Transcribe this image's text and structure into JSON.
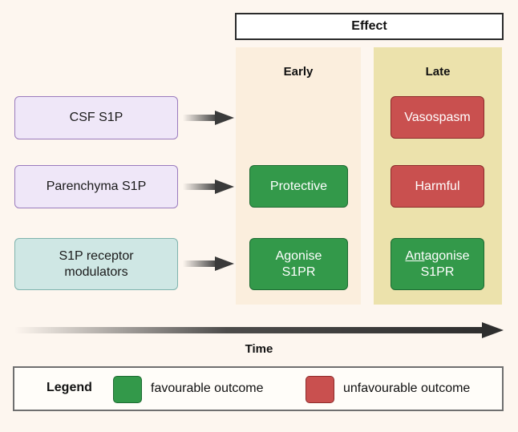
{
  "header": {
    "effect_label": "Effect",
    "columns": [
      {
        "key": "early",
        "label": "Early",
        "band_color": "#fbeedd"
      },
      {
        "key": "late",
        "label": "Late",
        "band_color": "#ece2ac"
      }
    ]
  },
  "sources": [
    {
      "key": "csf",
      "label": "CSF S1P",
      "fill": "#efe7f8",
      "border": "#9a7bbd"
    },
    {
      "key": "parenchyma",
      "label": "Parenchyma S1P",
      "fill": "#efe7f8",
      "border": "#9a7bbd"
    },
    {
      "key": "modulators",
      "label_line1": "S1P receptor",
      "label_line2": "modulators",
      "fill": "#cfe7e4",
      "border": "#7fb3ad"
    }
  ],
  "outcomes": {
    "early": [
      {
        "key": "protective",
        "label": "Protective",
        "type": "favourable",
        "color": "#33994a"
      },
      {
        "key": "agonise",
        "label_line1": "Agonise",
        "label_line2": "S1PR",
        "type": "favourable",
        "color": "#33994a"
      }
    ],
    "late": [
      {
        "key": "vasospasm",
        "label": "Vasospasm",
        "type": "unfavourable",
        "color": "#c9504f"
      },
      {
        "key": "harmful",
        "label": "Harmful",
        "type": "unfavourable",
        "color": "#c9504f"
      },
      {
        "key": "antagonise",
        "label_prefix": "Ant",
        "label_suffix": "agonise",
        "label_line2": "S1PR",
        "type": "favourable",
        "color": "#33994a"
      }
    ]
  },
  "axis": {
    "time_label": "Time"
  },
  "legend": {
    "title": "Legend",
    "items": [
      {
        "key": "favourable",
        "swatch": "#33994a",
        "label": "favourable outcome"
      },
      {
        "key": "unfavourable",
        "swatch": "#c9504f",
        "label": "unfavourable outcome"
      }
    ]
  },
  "icons": {
    "flow_arrow": "flow-arrow-icon",
    "time_arrow": "time-arrow-icon"
  }
}
